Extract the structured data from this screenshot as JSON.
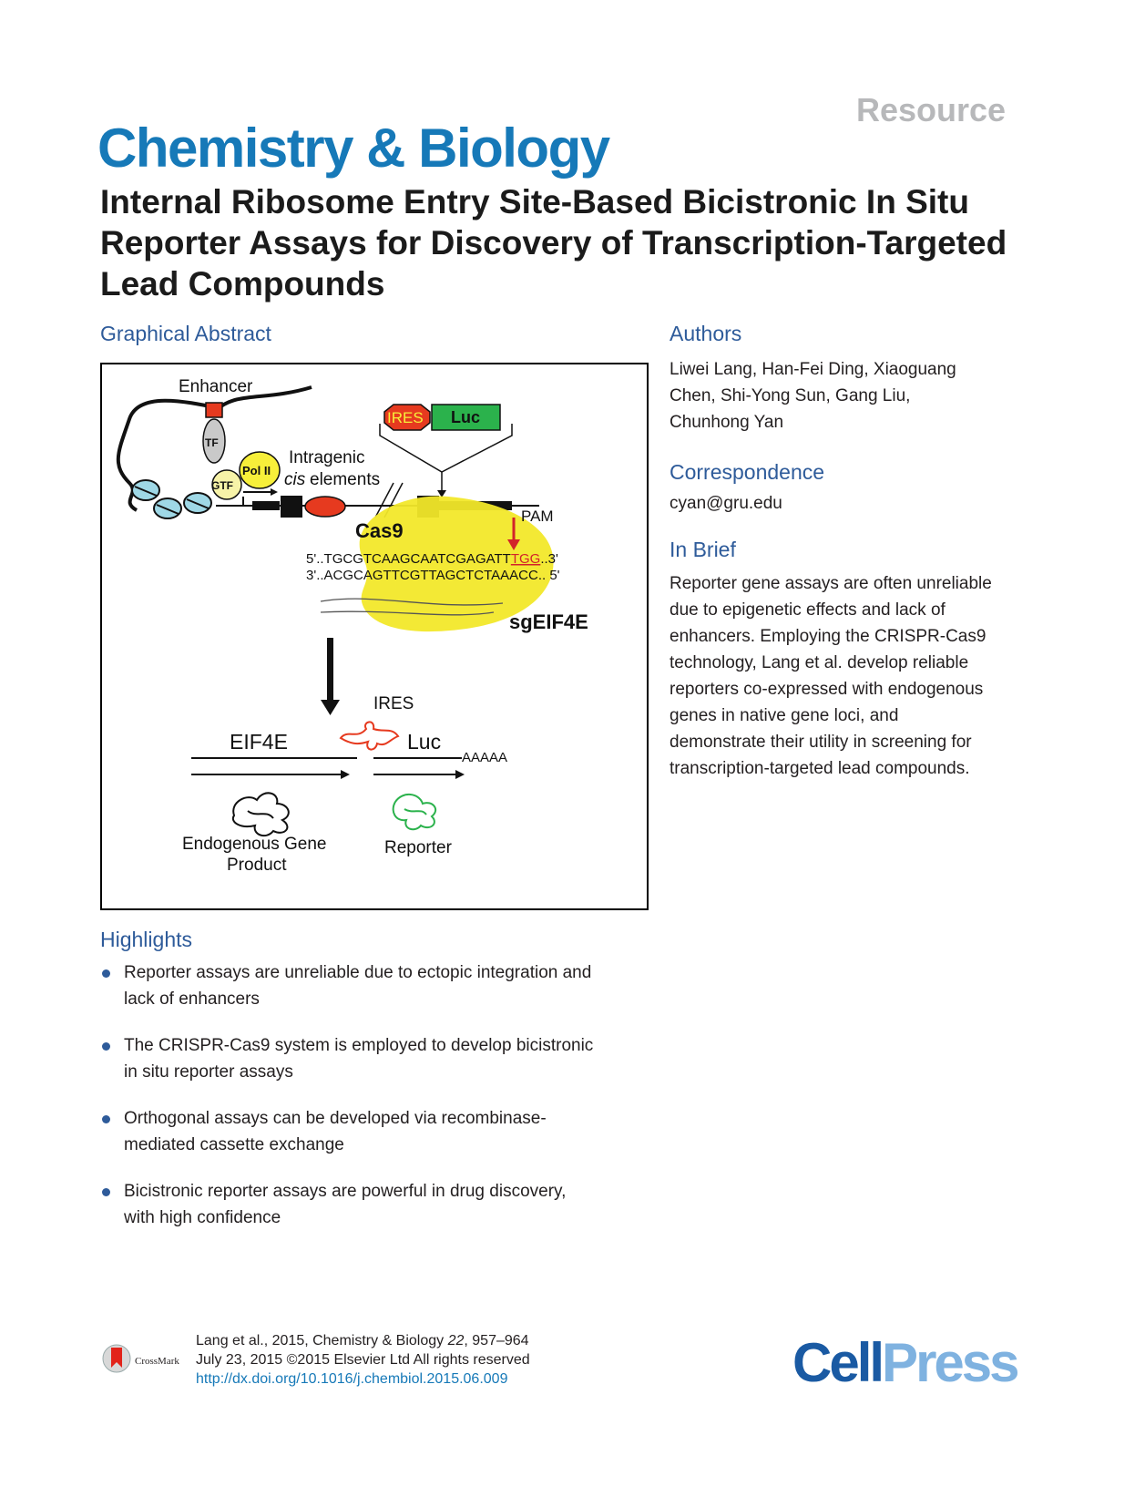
{
  "header": {
    "article_type": "Resource",
    "journal": "Chemistry & Biology",
    "title": "Internal Ribosome Entry Site-Based Bicistronic In Situ Reporter Assays for Discovery of Transcription-Targeted Lead Compounds"
  },
  "graphical_abstract": {
    "heading": "Graphical Abstract",
    "labels": {
      "enhancer": "Enhancer",
      "tf": "TF",
      "pol2": "Pol II",
      "gtf": "GTF",
      "intragenic": "Intragenic",
      "cis": "cis",
      "elements": "elements",
      "ires_box": "IRES",
      "luc_box": "Luc",
      "pam": "PAM",
      "cas9": "Cas9",
      "seq_top_prefix": "5'..TGCGTCAAGCAATCGAGATT",
      "seq_top_pam": "TGG",
      "seq_top_suffix": "..3'",
      "seq_bottom": "3'..ACGCAGTTCGTTAGCTCTAAACC.. 5'",
      "sg": "sgEIF4E",
      "ires_label": "IRES",
      "eif4e": "EIF4E",
      "luc": "Luc",
      "polya": "AAAAA",
      "endogenous_line1": "Endogenous Gene",
      "endogenous_line2": "Product",
      "reporter": "Reporter"
    }
  },
  "authors": {
    "heading": "Authors",
    "line1": "Liwei Lang, Han-Fei Ding, Xiaoguang",
    "line2": "Chen, Shi-Yong Sun, Gang Liu,",
    "line3": "Chunhong Yan"
  },
  "correspondence": {
    "heading": "Correspondence",
    "email": "cyan@gru.edu"
  },
  "in_brief": {
    "heading": "In Brief",
    "lines": [
      "Reporter gene assays are often unreliable",
      "due to epigenetic effects and lack of",
      "enhancers. Employing the CRISPR-Cas9",
      "technology, Lang et al. develop reliable",
      "reporters co-expressed with endogenous",
      "genes in native gene loci, and",
      "demonstrate their utility in screening for",
      "transcription-targeted lead compounds."
    ]
  },
  "highlights": {
    "heading": "Highlights",
    "items": [
      {
        "l1": "Reporter assays are unreliable due to ectopic integration and",
        "l2": "lack of enhancers"
      },
      {
        "l1": "The CRISPR-Cas9 system is employed to develop bicistronic",
        "l2": "in situ reporter assays"
      },
      {
        "l1": "Orthogonal assays can be developed via recombinase-",
        "l2": "mediated cassette exchange"
      },
      {
        "l1": "Bicistronic reporter assays are powerful in drug discovery,",
        "l2": "with high confidence"
      }
    ]
  },
  "footer": {
    "citation_prefix": "Lang et al., 2015, Chemistry & Biology ",
    "citation_volume": "22",
    "citation_pages": ", 957–964",
    "date_line": "July 23, 2015 ©2015 Elsevier Ltd All rights reserved",
    "doi": "http://dx.doi.org/10.1016/j.chembiol.2015.06.009",
    "crossmark": "CrossMark",
    "publisher_cell": "Cell",
    "publisher_press": "Press"
  },
  "colors": {
    "journal_blue": "#1679b8",
    "section_blue": "#2e5b9a",
    "cas9_yellow": "#f2e82a",
    "luc_green": "#2bb24c",
    "ires_red": "#e63a1f"
  }
}
